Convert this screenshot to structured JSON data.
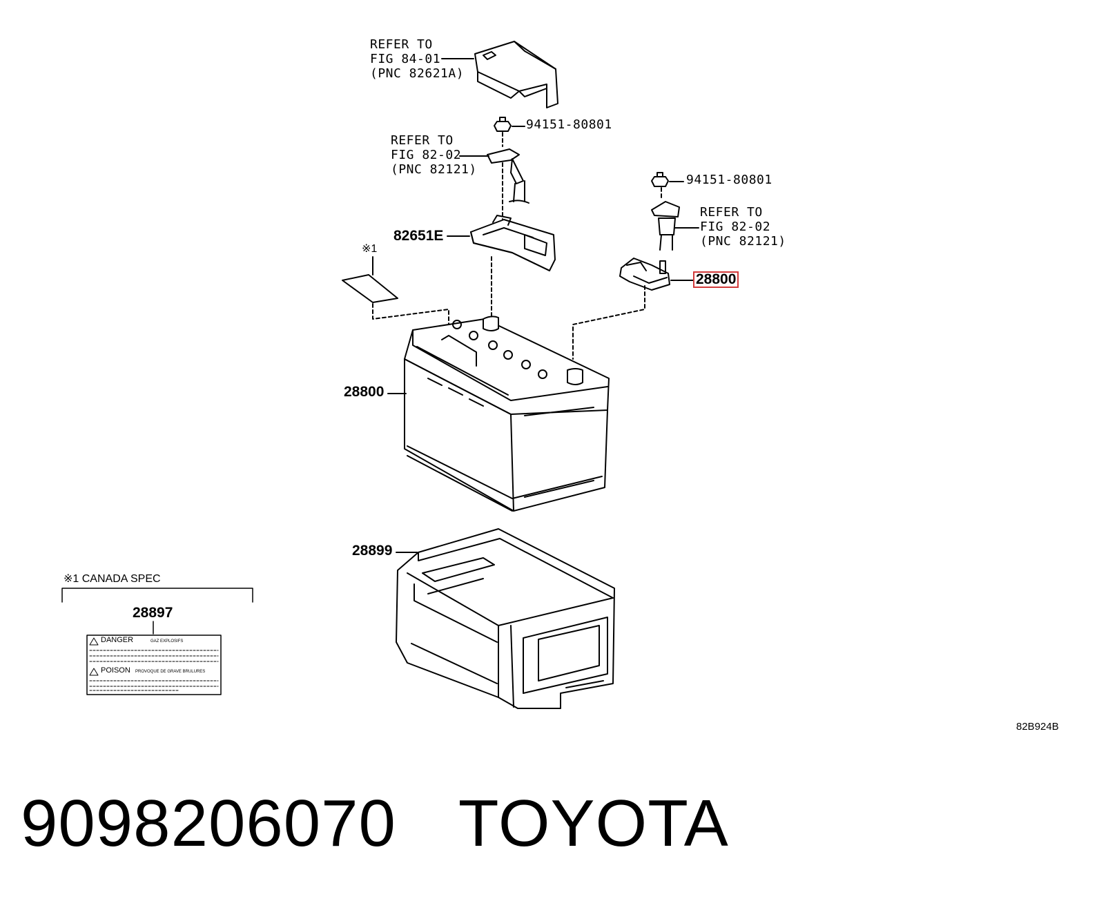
{
  "callouts": {
    "cover_ref": {
      "line1": "REFER TO",
      "line2": "FIG 84-01",
      "line3": "(PNC 82621A)"
    },
    "nut_top": "94151-80801",
    "cable_ref_left": {
      "line1": "REFER TO",
      "line2": "FIG 82-02",
      "line3": "(PNC 82121)"
    },
    "nut_right": "94151-80801",
    "cable_ref_right": {
      "line1": "REFER TO",
      "line2": "FIG 82-02",
      "line3": "(PNC 82121)"
    },
    "block": "82651E",
    "terminal": "28800",
    "battery": "28800",
    "tray": "28899",
    "note_mark": "※1"
  },
  "canada": {
    "heading": "※1 CANADA SPEC",
    "part": "28897",
    "label_danger": "DANGER",
    "label_danger_sub": "GAZ EXPLOSIFS",
    "label_poison": "POISON",
    "label_poison_sub": "PROVOQUE DE GRAVE BRULURES"
  },
  "figure_code": "82B924B",
  "footer": {
    "part_number": "9098206070",
    "brand": "TOYOTA"
  },
  "colors": {
    "highlight": "#d23a3a"
  }
}
